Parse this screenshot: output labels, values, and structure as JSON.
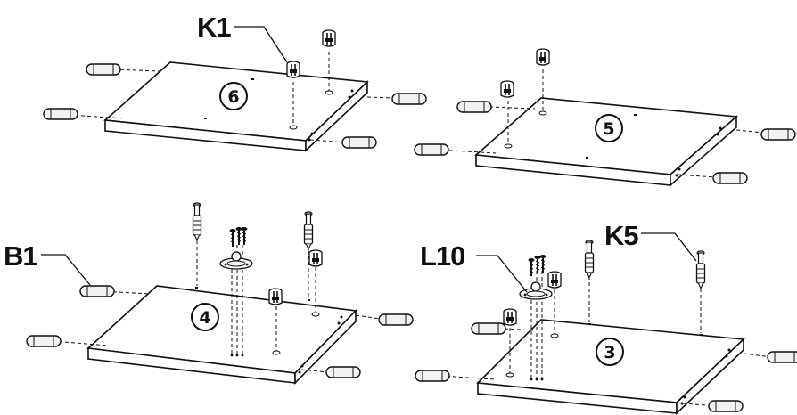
{
  "callouts": {
    "k1": "K1",
    "k5": "K5",
    "b1": "B1",
    "l10": "L10"
  },
  "panels": {
    "panel_6": "6",
    "panel_5": "5",
    "panel_4": "4",
    "panel_3": "3"
  },
  "colors": {
    "ink": "#111111",
    "paper": "#ffffff",
    "dowel_fill": "#f2f2f2"
  }
}
